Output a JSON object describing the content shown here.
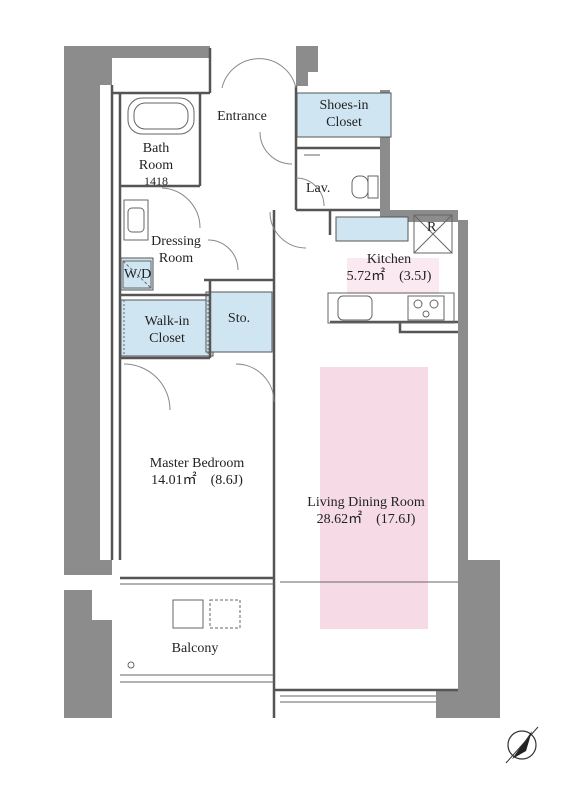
{
  "rooms": {
    "entrance": "Entrance",
    "shoes_in_closet": [
      "Shoes-in",
      "Closet"
    ],
    "bath_room": [
      "Bath",
      "Room"
    ],
    "bath_size": "1418",
    "lav": "Lav.",
    "dressing_room": [
      "Dressing",
      "Room"
    ],
    "wd": "W/D",
    "kitchen": "Kitchen",
    "kitchen_area": "5.72㎡　(3.5J)",
    "fridge": "R",
    "walk_in_closet": [
      "Walk-in",
      "Closet"
    ],
    "storage": "Sto.",
    "master_bedroom": "Master Bedroom",
    "master_bedroom_area": "14.01㎡　(8.6J)",
    "living_dining_room": "Living Dining Room",
    "living_dining_area": "28.62㎡　(17.6J)",
    "balcony": "Balcony"
  },
  "colors": {
    "wall": "#8a8a8a",
    "closet_fill": "#cfe6f2",
    "ldk_fill": "#f6dbe6",
    "line": "#555555"
  },
  "icons": {
    "compass": "north-compass-icon"
  }
}
